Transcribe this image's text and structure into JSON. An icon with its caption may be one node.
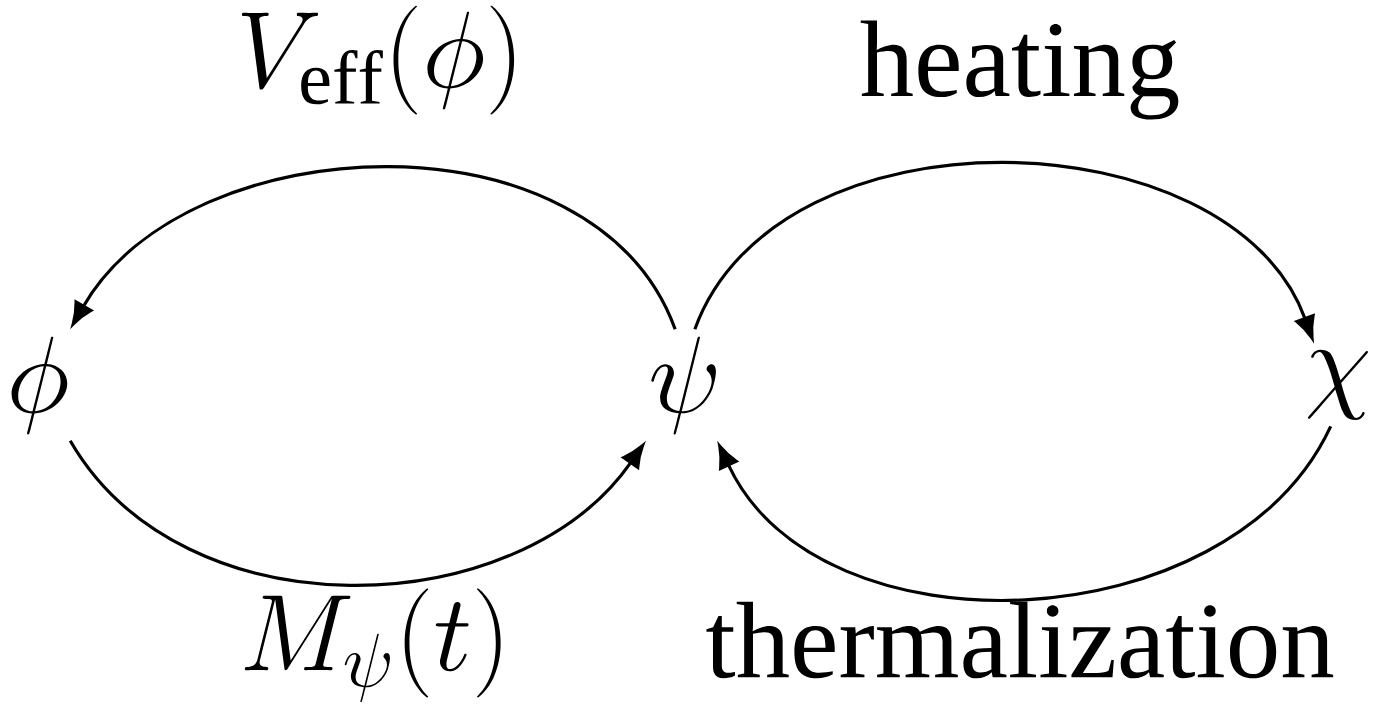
{
  "diagram": {
    "nodes": [
      {
        "text": [
          "\\phi"
        ]
      },
      {
        "text": [
          "\\psi"
        ]
      },
      {
        "text": [
          "\\chi"
        ]
      }
    ],
    "edges": [
      {
        "from": 1,
        "to": 0,
        "arrow": "to",
        "label": "V_{\\mathrm{eff}}(\\phi)"
      },
      {
        "from": 0,
        "to": 1,
        "arrow": "to",
        "label": "M_{\\psi}(t)"
      },
      {
        "from": 1,
        "to": 2,
        "arrow": "to",
        "label": "heating"
      },
      {
        "from": 2,
        "to": 1,
        "arrow": "to",
        "label": "thermalization"
      }
    ]
  }
}
